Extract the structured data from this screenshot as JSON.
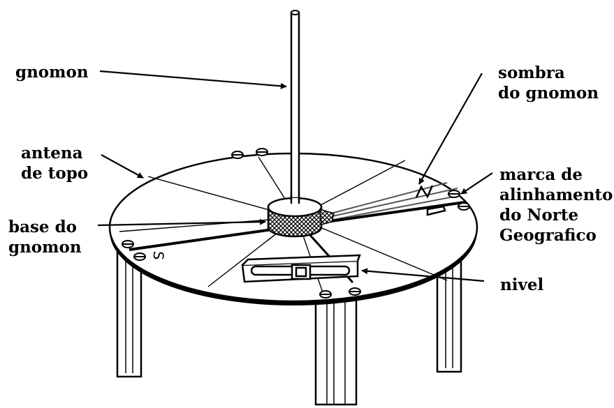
{
  "labels": {
    "gnomon": [
      "gnomon"
    ],
    "sombra": [
      "sombra",
      "do gnomon"
    ],
    "antena": [
      "antena",
      "de topo"
    ],
    "marca": [
      "marca de",
      "alinhamento",
      "do Norte",
      "Geografico"
    ],
    "base": [
      "base do",
      "gnomon"
    ],
    "nivel": [
      "nivel"
    ]
  },
  "dial_mark": "S",
  "colors": {
    "ink": "#000000",
    "paper": "#ffffff",
    "shade": "#555555"
  }
}
